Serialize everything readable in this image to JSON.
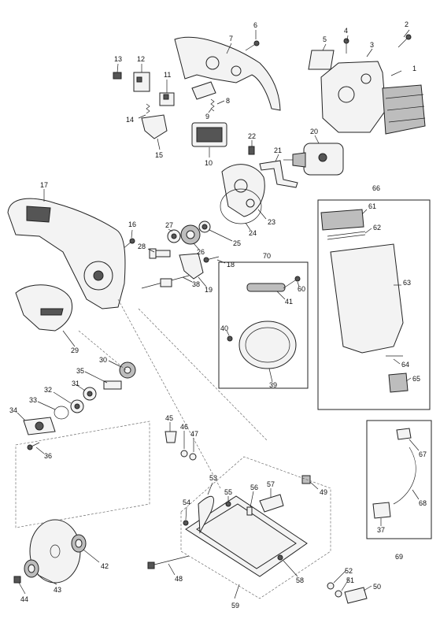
{
  "labels": {
    "p1": "1",
    "p2": "2",
    "p3": "3",
    "p4": "4",
    "p5": "5",
    "p6": "6",
    "p7": "7",
    "p8": "8",
    "p9": "9",
    "p10": "10",
    "p11": "11",
    "p12": "12",
    "p13": "13",
    "p14": "14",
    "p15": "15",
    "p16": "16",
    "p17": "17",
    "p18": "18",
    "p19": "19",
    "p20": "20",
    "p21": "21",
    "p22": "22",
    "p23": "23",
    "p24": "24",
    "p25": "25",
    "p26": "26",
    "p27": "27",
    "p28": "28",
    "p29": "29",
    "p30": "30",
    "p31": "31",
    "p32": "32",
    "p33": "33",
    "p34": "34",
    "p35": "35",
    "p36": "36",
    "p37": "37",
    "p38": "38",
    "p39": "39",
    "p40": "40",
    "p41": "41",
    "p42": "42",
    "p43": "43",
    "p44": "44",
    "p45": "45",
    "p46": "46",
    "p47": "47",
    "p48": "48",
    "p49": "49",
    "p50": "50",
    "p51": "51",
    "p52": "52",
    "p53": "53",
    "p54": "54",
    "p55": "55",
    "p56": "56",
    "p57": "57",
    "p58": "58",
    "p59": "59",
    "p60": "60",
    "p61": "61",
    "p62": "62",
    "p63": "63",
    "p64": "64",
    "p65": "65",
    "p66": "66",
    "p67": "67",
    "p68": "68",
    "p69": "69",
    "p70": "70"
  }
}
